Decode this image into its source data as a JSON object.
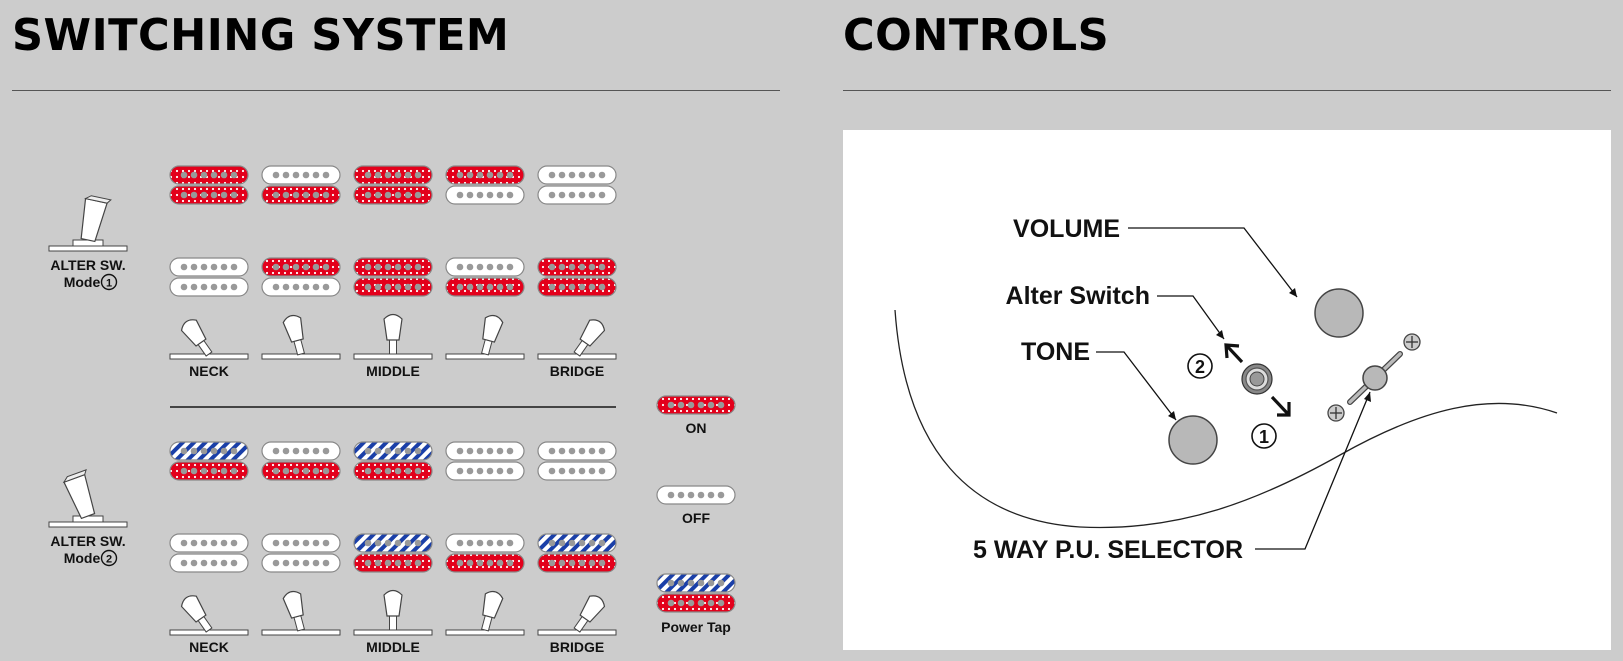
{
  "switching_system": {
    "title": "SWITCHING SYSTEM",
    "modes": [
      {
        "label_line1": "ALTER SW.",
        "label_line2": "Mode",
        "mode_number": "1",
        "lever": "left",
        "rows": [
          [
            [
              "on",
              "on"
            ],
            [
              "off",
              "on"
            ],
            [
              "on",
              "on"
            ],
            [
              "on",
              "off"
            ],
            [
              "off",
              "off"
            ]
          ],
          [
            [
              "off",
              "off"
            ],
            [
              "on",
              "off"
            ],
            [
              "on",
              "on"
            ],
            [
              "off",
              "on"
            ],
            [
              "on",
              "on"
            ]
          ]
        ]
      },
      {
        "label_line1": "ALTER SW.",
        "label_line2": "Mode",
        "mode_number": "2",
        "lever": "right",
        "rows": [
          [
            [
              "tap",
              "on"
            ],
            [
              "off",
              "on"
            ],
            [
              "tap",
              "on"
            ],
            [
              "off",
              "off"
            ],
            [
              "off",
              "off"
            ]
          ],
          [
            [
              "off",
              "off"
            ],
            [
              "off",
              "off"
            ],
            [
              "tap",
              "on"
            ],
            [
              "off",
              "on"
            ],
            [
              "tap",
              "on"
            ]
          ]
        ]
      }
    ],
    "positions": [
      {
        "label": "NECK",
        "angle": -35
      },
      {
        "label": "",
        "angle": -15
      },
      {
        "label": "MIDDLE",
        "angle": 0
      },
      {
        "label": "",
        "angle": 15
      },
      {
        "label": "BRIDGE",
        "angle": 35
      }
    ],
    "legend": [
      {
        "state": "on",
        "label": "ON"
      },
      {
        "state": "off",
        "label": "OFF"
      },
      {
        "state": "tap",
        "label": "Power Tap"
      }
    ],
    "colors": {
      "on": "#e3001b",
      "tap": "#1a3fa8",
      "off": "#ffffff",
      "pole": "#999999"
    }
  },
  "controls": {
    "title": "CONTROLS",
    "labels": {
      "volume": "VOLUME",
      "alter_switch": "Alter Switch",
      "tone": "TONE",
      "selector": "5 WAY P.U. SELECTOR",
      "position_1": "1",
      "position_2": "2"
    }
  }
}
